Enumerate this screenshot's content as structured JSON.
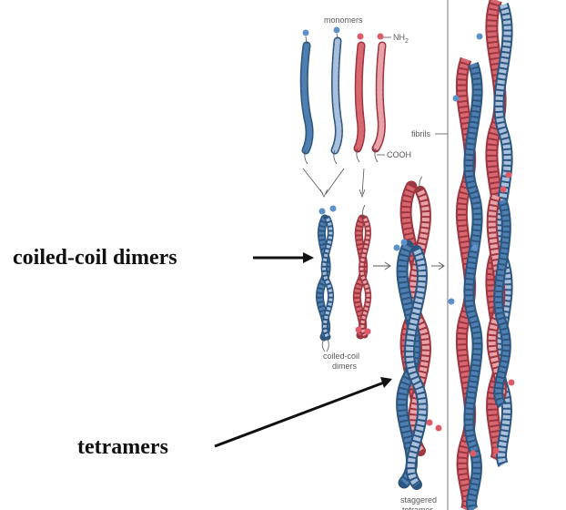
{
  "labels": {
    "monomers": "monomers",
    "nh2": "NH",
    "nh2_sub": "2",
    "cooh": "COOH",
    "fibrils": "fibrils",
    "coiled_coil_small_line1": "coiled-coil",
    "coiled_coil_small_line2": "dimers",
    "staggered_line1": "staggered",
    "staggered_line2": "tetramer",
    "annotation_dimers": "coiled-coil dimers",
    "annotation_tetramers": "tetramers"
  },
  "colors": {
    "blue": "#4f7fb0",
    "blue_dark": "#2c557f",
    "blue_light": "#a9c0dd",
    "red": "#d96770",
    "red_dark": "#9c3640",
    "red_light": "#e9a3a8",
    "line": "#555555",
    "arrow": "#111111",
    "end_blue": "#5d92c8",
    "end_red": "#dd5b68"
  }
}
